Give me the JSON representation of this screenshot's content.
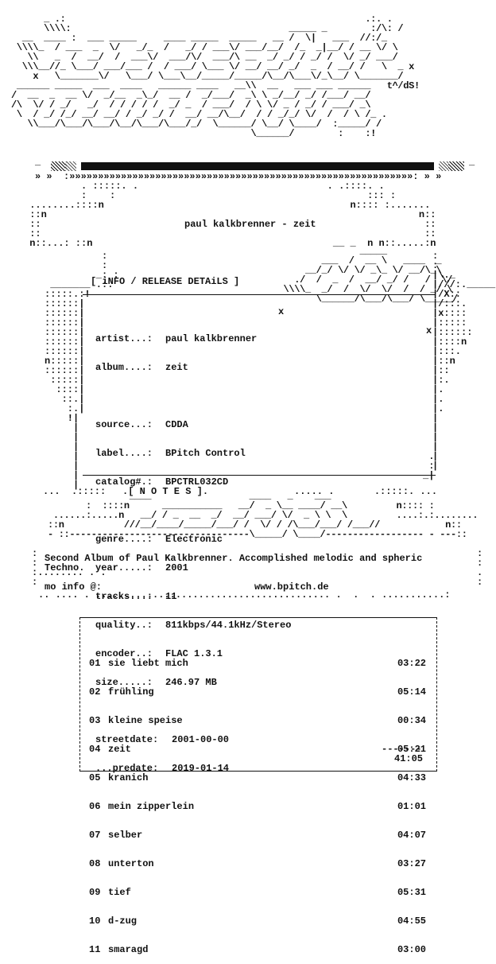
{
  "title": "paul kalkbrenner - zeit",
  "info_header": "[ iNFO / RELEASE DETAiLS ]",
  "details": [
    {
      "key": "artist...:",
      "value": "paul kalkbrenner"
    },
    {
      "key": "album....:",
      "value": "zeit"
    },
    {
      "key": "",
      "value": ""
    },
    {
      "key": "source...:",
      "value": "CDDA"
    },
    {
      "key": "label....:",
      "value": "BPitch Control"
    },
    {
      "key": "catalog#.:",
      "value": "BPCTRL032CD"
    },
    {
      "key": "",
      "value": ""
    },
    {
      "key": "genre....:",
      "value": "Electronic"
    },
    {
      "key": "year.....:",
      "value": "2001"
    },
    {
      "key": "tracks...:",
      "value": "11"
    },
    {
      "key": "quality..:",
      "value": "811kbps/44.1kHz/Stereo"
    },
    {
      "key": "encoder..:",
      "value": "FLAC 1.3.1"
    },
    {
      "key": "size.....:",
      "value": "246.97 MB"
    },
    {
      "key": "",
      "value": ""
    },
    {
      "key": "streetdate:",
      "value": "2001-00-00"
    },
    {
      "key": "...predate:",
      "value": "2019-01-14"
    }
  ],
  "notes_header": ".[ N O T E S ].",
  "notes_text_1": "Second Album of Paul Kalkbrenner. Accomplished melodic and spheric",
  "notes_text_2": "Techno.",
  "mo_info_label": "mo info @:",
  "mo_info_url": "www.bpitch.de",
  "tracks": [
    {
      "num": "01",
      "title": "sie liebt mich",
      "dur": "03:22"
    },
    {
      "num": "02",
      "title": "frühling",
      "dur": "05:14"
    },
    {
      "num": "03",
      "title": "kleine speise",
      "dur": "00:34"
    },
    {
      "num": "04",
      "title": "zeit",
      "dur": "05:21"
    },
    {
      "num": "05",
      "title": "kranich",
      "dur": "04:33"
    },
    {
      "num": "06",
      "title": "mein zipperlein",
      "dur": "01:01"
    },
    {
      "num": "07",
      "title": "selber",
      "dur": "04:07"
    },
    {
      "num": "08",
      "title": "unterton",
      "dur": "03:27"
    },
    {
      "num": "09",
      "title": "tief",
      "dur": "05:31"
    },
    {
      "num": "10",
      "title": "d-zug",
      "dur": "04:55"
    },
    {
      "num": "11",
      "title": "smaragd",
      "dur": "03:00"
    }
  ],
  "total_separator": "-------",
  "total_duration": "41:05",
  "signature": "t^/dS!"
}
